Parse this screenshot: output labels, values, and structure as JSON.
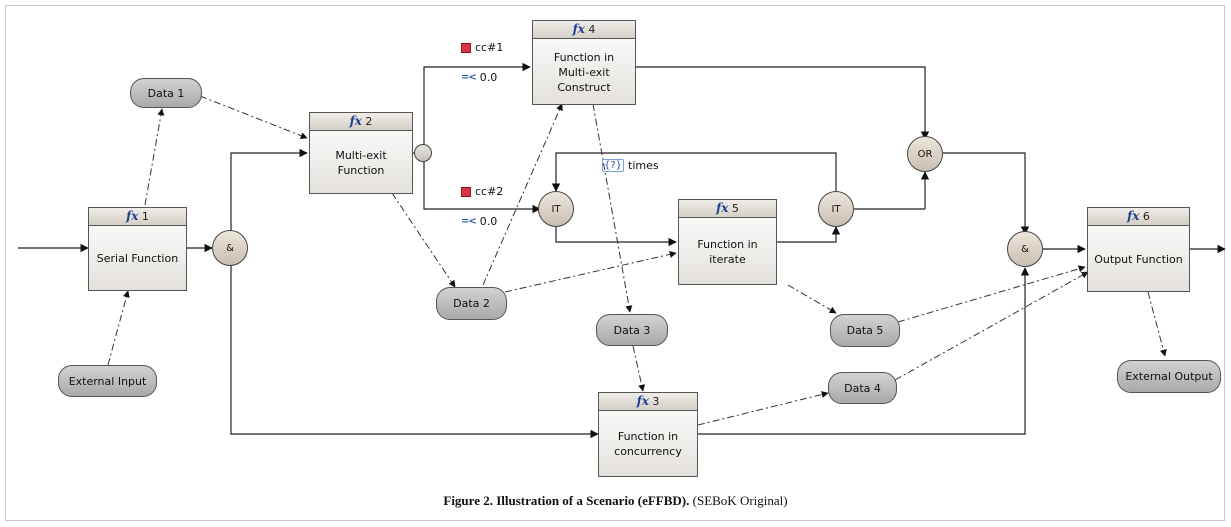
{
  "functions": {
    "f1": {
      "num": "1",
      "label": "Serial Function"
    },
    "f2": {
      "num": "2",
      "label": "Multi-exit Function"
    },
    "f3": {
      "num": "3",
      "label": "Function in concurrency"
    },
    "f4": {
      "num": "4",
      "label": "Function in Multi-exit Construct"
    },
    "f5": {
      "num": "5",
      "label": "Function in iterate"
    },
    "f6": {
      "num": "6",
      "label": "Output Function"
    }
  },
  "fx_symbol": "fx",
  "data_items": {
    "data1": "Data 1",
    "data2": "Data 2",
    "data3": "Data 3",
    "data4": "Data 4",
    "data5": "Data 5",
    "external_input": "External Input",
    "external_output": "External Output"
  },
  "nodes": {
    "and1": "&",
    "and2": "&",
    "or": "OR",
    "it1": "IT",
    "it2": "IT"
  },
  "annotations": {
    "cc1": "cc#1",
    "cc1_prob": "0.0",
    "cc2": "cc#2",
    "cc2_prob": "0.0",
    "times": "times"
  },
  "icons": {
    "exit_condition": "red-square-icon",
    "probability": "branch-probability-icon",
    "iteration": "iteration-times-icon"
  },
  "caption": {
    "bold": "Figure 2. Illustration of a Scenario (eFFBD).",
    "normal": "(SEBoK Original)"
  }
}
